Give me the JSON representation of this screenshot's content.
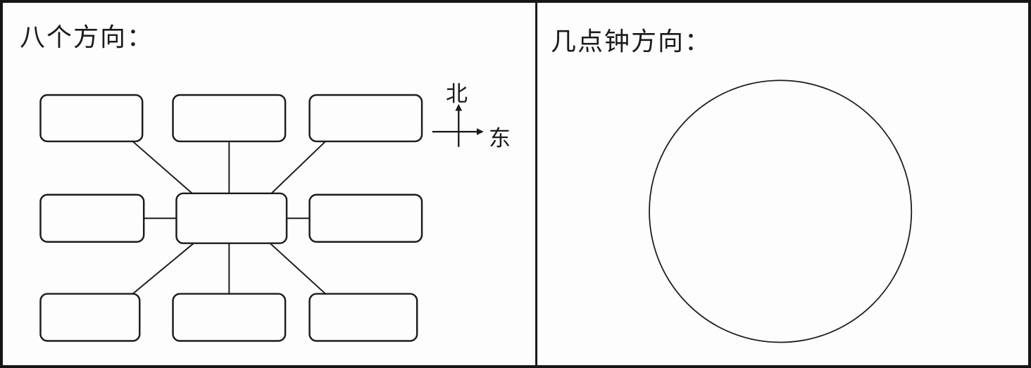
{
  "page": {
    "background": "#fdfdfd",
    "line_color": "#1c1c1c"
  },
  "left_panel": {
    "title": "八个方向：",
    "compass": {
      "north_label": "北",
      "east_label": "东"
    },
    "boxes": [
      {
        "position": "northwest",
        "value": ""
      },
      {
        "position": "north",
        "value": ""
      },
      {
        "position": "northeast",
        "value": ""
      },
      {
        "position": "west",
        "value": ""
      },
      {
        "position": "center",
        "value": ""
      },
      {
        "position": "east",
        "value": ""
      },
      {
        "position": "southwest",
        "value": ""
      },
      {
        "position": "south",
        "value": ""
      },
      {
        "position": "southeast",
        "value": ""
      }
    ]
  },
  "right_panel": {
    "title": "几点钟方向：",
    "clock_circle": {
      "value": ""
    }
  }
}
